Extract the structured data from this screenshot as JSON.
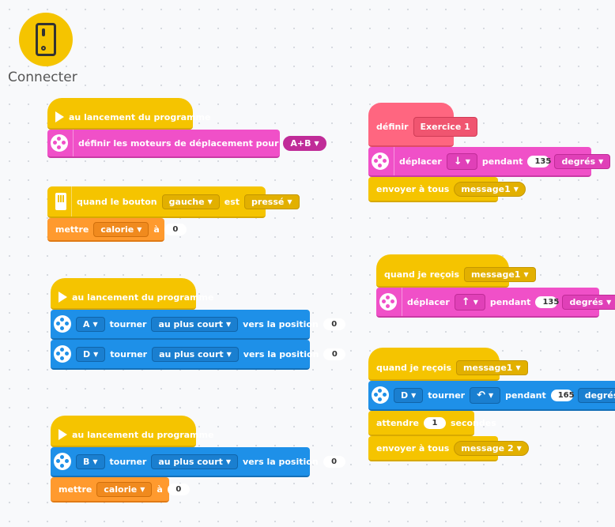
{
  "connect": {
    "label": "Connecter"
  },
  "stack1": {
    "hat": "au lancement du programme",
    "set_motors": "définir les moteurs de déplacement pour",
    "motors_value": "A+B"
  },
  "stack2": {
    "when_button": "quand le bouton",
    "button_value": "gauche",
    "is_label": "est",
    "state_value": "pressé",
    "set_label": "mettre",
    "var_value": "calorie",
    "to_label": "à",
    "num_value": "0"
  },
  "stack3": {
    "hat": "au lancement du programme",
    "row1": {
      "motor": "A",
      "turn": "tourner",
      "mode": "au plus court",
      "to_pos": "vers la position",
      "pos": "0"
    },
    "row2": {
      "motor": "D",
      "turn": "tourner",
      "mode": "au plus court",
      "to_pos": "vers la position",
      "pos": "0"
    }
  },
  "stack4": {
    "hat": "au lancement du programme",
    "row1": {
      "motor": "B",
      "turn": "tourner",
      "mode": "au plus court",
      "to_pos": "vers la position",
      "pos": "0"
    },
    "set_label": "mettre",
    "var_value": "calorie",
    "to_label": "à",
    "num_value": "0"
  },
  "stack5": {
    "define": "définir",
    "name": "Exercice 1",
    "move": "déplacer",
    "dir_icon": "arrow-down-icon",
    "during": "pendant",
    "amount": "135",
    "unit": "degrés",
    "broadcast": "envoyer à tous",
    "message": "message1"
  },
  "stack6": {
    "receive": "quand je reçois",
    "message": "message1",
    "move": "déplacer",
    "dir_icon": "arrow-up-icon",
    "during": "pendant",
    "amount": "135",
    "unit": "degrés"
  },
  "stack7": {
    "receive": "quand je reçois",
    "message": "message1",
    "motor": "D",
    "turn": "tourner",
    "dir_icon": "rotate-ccw-icon",
    "during": "pendant",
    "amount": "165",
    "unit": "degrés",
    "wait": "attendre",
    "wait_value": "1",
    "seconds": "secondes",
    "broadcast": "envoyer à tous",
    "message2": "message 2"
  },
  "colors": {
    "events": "#f5c400",
    "movement": "#f050c8",
    "variables": "#ff9a2e",
    "motors": "#1e90e8",
    "myblocks": "#ff6680"
  }
}
